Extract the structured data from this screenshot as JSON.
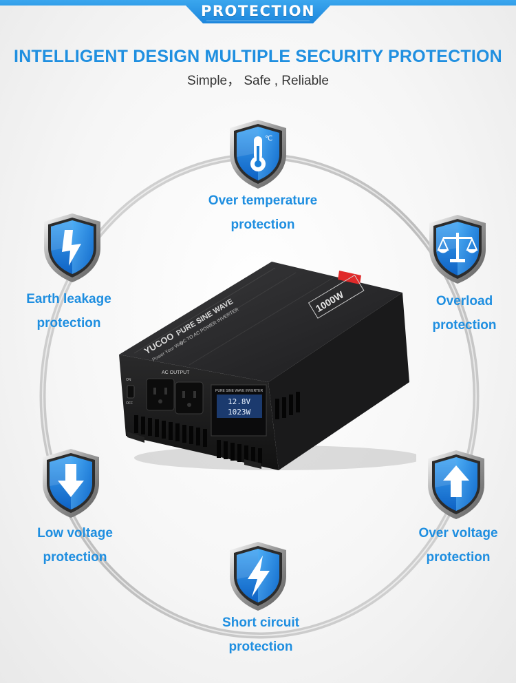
{
  "banner": {
    "title": "PROTECTION"
  },
  "header": {
    "headline": "INTELLIGENT DESIGN MULTIPLE SECURITY PROTECTION",
    "subline": "Simple， Safe , Reliable"
  },
  "features": [
    {
      "line1": "Over temperature",
      "line2": "protection",
      "icon": "thermometer-icon"
    },
    {
      "line1": "Overload",
      "line2": "protection",
      "icon": "balance-scale-icon"
    },
    {
      "line1": "Over voltage",
      "line2": "protection",
      "icon": "arrow-up-icon"
    },
    {
      "line1": "Short circuit",
      "line2": "protection",
      "icon": "lightning-bolt-icon"
    },
    {
      "line1": "Low voltage",
      "line2": "protection",
      "icon": "arrow-down-icon"
    },
    {
      "line1": "Earth leakage",
      "line2": "protection",
      "icon": "leakage-bolt-icon"
    }
  ],
  "product": {
    "brand": "YUCOO",
    "model_line": "PURE SINE WAVE",
    "sub_line": "DC TO AC POWER INVERTER",
    "slogan": "Power Your Way",
    "wattage": "1000W",
    "panel_title": "PURE SINE WAVE INVERTER",
    "ac_output_label": "AC OUTPUT",
    "display_voltage": "12.8V",
    "display_power": "1023W",
    "switch_on": "ON",
    "switch_off": "OFF"
  },
  "colors": {
    "accent": "#1e8ee0",
    "banner": "#2e9be8",
    "shield_blue": "#1a7fd8"
  }
}
